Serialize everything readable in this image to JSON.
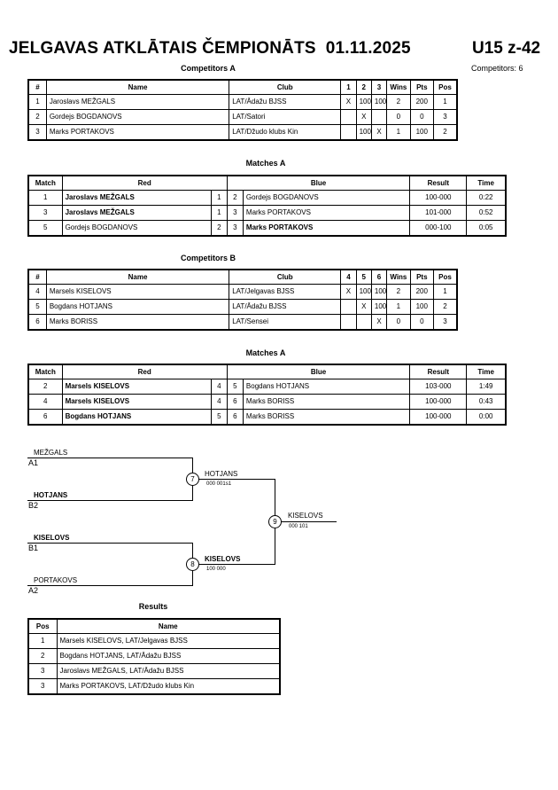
{
  "header": {
    "event_title": "JELGAVAS ATKLĀTAIS ČEMPIONĀTS",
    "date": "01.11.2025",
    "category": "U15 z-42",
    "competitors_count": "Competitors: 6"
  },
  "competitors_a": {
    "title": "Competitors A",
    "columns": [
      "#",
      "Name",
      "Club",
      "1",
      "2",
      "3",
      "Wins",
      "Pts",
      "Pos"
    ],
    "rows": [
      [
        "1",
        "Jaroslavs MEŽGALS",
        "LAT/Ādažu BJSS",
        "X",
        "100",
        "100",
        "2",
        "200",
        "1"
      ],
      [
        "2",
        "Gordejs BOGDANOVS",
        "LAT/Satori",
        "",
        "X",
        "",
        "0",
        "0",
        "3"
      ],
      [
        "3",
        "Marks PORTAKOVS",
        "LAT/Džudo klubs Kin",
        "",
        "100",
        "X",
        "1",
        "100",
        "2"
      ]
    ]
  },
  "matches_a": {
    "title": "Matches A",
    "columns": [
      "Match",
      "Red",
      "Blue",
      "Result",
      "Time"
    ],
    "rows": [
      {
        "match": "1",
        "red": "Jaroslavs MEŽGALS",
        "rn": "1",
        "bn": "2",
        "blue": "Gordejs BOGDANOVS",
        "result": "100-000",
        "time": "0:22",
        "winner": "red"
      },
      {
        "match": "3",
        "red": "Jaroslavs MEŽGALS",
        "rn": "1",
        "bn": "3",
        "blue": "Marks PORTAKOVS",
        "result": "101-000",
        "time": "0:52",
        "winner": "red"
      },
      {
        "match": "5",
        "red": "Gordejs BOGDANOVS",
        "rn": "2",
        "bn": "3",
        "blue": "Marks PORTAKOVS",
        "result": "000-100",
        "time": "0:05",
        "winner": "blue"
      }
    ]
  },
  "competitors_b": {
    "title": "Competitors B",
    "columns": [
      "#",
      "Name",
      "Club",
      "4",
      "5",
      "6",
      "Wins",
      "Pts",
      "Pos"
    ],
    "rows": [
      [
        "4",
        "Marsels KISELOVS",
        "LAT/Jelgavas BJSS",
        "X",
        "100",
        "100",
        "2",
        "200",
        "1"
      ],
      [
        "5",
        "Bogdans HOTJANS",
        "LAT/Ādažu BJSS",
        "",
        "X",
        "100",
        "1",
        "100",
        "2"
      ],
      [
        "6",
        "Marks BORISS",
        "LAT/Sensei",
        "",
        "",
        "X",
        "0",
        "0",
        "3"
      ]
    ]
  },
  "matches_b": {
    "title": "Matches A",
    "columns": [
      "Match",
      "Red",
      "Blue",
      "Result",
      "Time"
    ],
    "rows": [
      {
        "match": "2",
        "red": "Marsels KISELOVS",
        "rn": "4",
        "bn": "5",
        "blue": "Bogdans HOTJANS",
        "result": "103-000",
        "time": "1:49",
        "winner": "red"
      },
      {
        "match": "4",
        "red": "Marsels KISELOVS",
        "rn": "4",
        "bn": "6",
        "blue": "Marks BORISS",
        "result": "100-000",
        "time": "0:43",
        "winner": "red"
      },
      {
        "match": "6",
        "red": "Bogdans HOTJANS",
        "rn": "5",
        "bn": "6",
        "blue": "Marks BORISS",
        "result": "100-000",
        "time": "0:00",
        "winner": "red"
      }
    ]
  },
  "bracket": {
    "slot1_name": "MEŽGALS",
    "slot1_seed": "A1",
    "slot2_name": "HOTJANS",
    "slot2_seed": "B2",
    "slot3_name": "KISELOVS",
    "slot3_seed": "B1",
    "slot4_name": "PORTAKOVS",
    "slot4_seed": "A2",
    "m7_num": "7",
    "m7_winner": "HOTJANS",
    "m7_score": "000   001s1",
    "m8_num": "8",
    "m8_winner": "KISELOVS",
    "m8_score": "100   000",
    "m9_num": "9",
    "m9_winner": "KISELOVS",
    "m9_score": "000   101"
  },
  "results": {
    "title": "Results",
    "columns": [
      "Pos",
      "Name"
    ],
    "rows": [
      [
        "1",
        "Marsels KISELOVS, LAT/Jelgavas BJSS"
      ],
      [
        "2",
        "Bogdans HOTJANS, LAT/Ādažu BJSS"
      ],
      [
        "3",
        "Jaroslavs MEŽGALS, LAT/Ādažu BJSS"
      ],
      [
        "3",
        "Marks PORTAKOVS, LAT/Džudo klubs Kin"
      ]
    ]
  }
}
